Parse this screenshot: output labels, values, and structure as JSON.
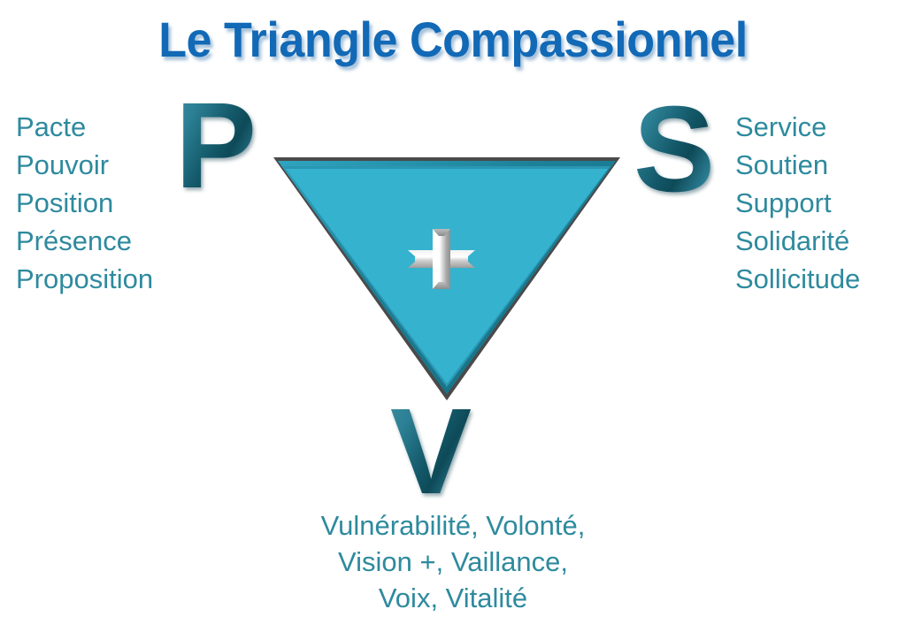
{
  "title": "Le Triangle Compassionnel",
  "colors": {
    "title_blue": "#1269B6",
    "word_teal": "#2E8A9E",
    "triangle_fill": "#35B2CE",
    "triangle_border_dark": "#4A4A4A",
    "triangle_border_teal": "#17798F",
    "letter_teal_light": "#3C8FA2",
    "letter_teal_dark": "#0E4A58",
    "plus_silver": "#FFFFFF",
    "background": "#FFFFFF"
  },
  "vertices": {
    "top_left": {
      "letter": "P",
      "name": "pouvoir-vertex"
    },
    "top_right": {
      "letter": "S",
      "name": "service-vertex"
    },
    "bottom": {
      "letter": "V",
      "name": "vulnerabilite-vertex"
    }
  },
  "left_list": {
    "words": [
      "Pacte",
      "Pouvoir",
      "Position",
      "Présence",
      "Proposition"
    ]
  },
  "right_list": {
    "words": [
      "Service",
      "Soutien",
      "Support",
      "Solidarité",
      "Sollicitude"
    ]
  },
  "bottom_list": {
    "lines": [
      "Vulnérabilité, Volonté,",
      "Vision +, Vaillance,",
      "Voix, Vitalité"
    ]
  },
  "center_icon": {
    "name": "plus-icon",
    "symbol": "+"
  }
}
